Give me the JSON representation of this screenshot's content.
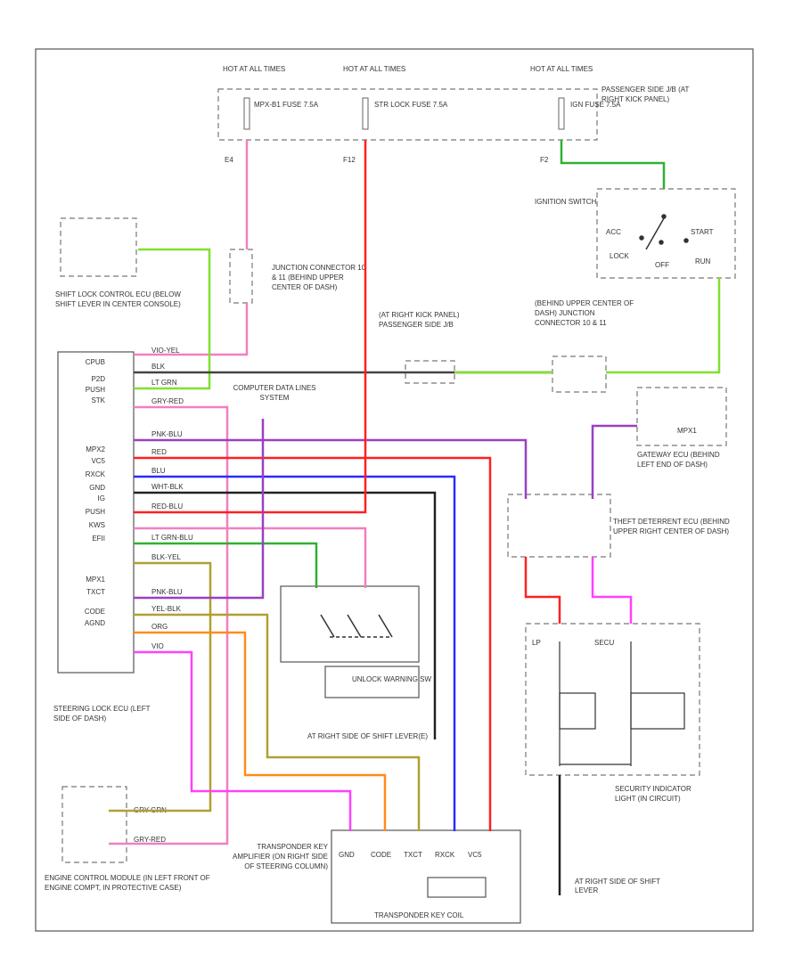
{
  "colors": {
    "pink": "#f080c0",
    "lt_green": "#80e030",
    "dark_gray": "#444444",
    "red": "#ff2020",
    "blue": "#2a2aff",
    "purple": "#9a40c0",
    "orange": "#ff8c1a",
    "magenta": "#ff40ff",
    "olive": "#b0a030",
    "green": "#30b030",
    "black": "#222222"
  },
  "fuses": [
    {
      "hot": "HOT AT ALL TIMES",
      "fuse": "MPX-B1 FUSE 7.5A",
      "conn": "E4"
    },
    {
      "hot": "HOT AT ALL TIMES",
      "fuse": "STR LOCK FUSE 7.5A",
      "conn": "F12"
    },
    {
      "hot": "HOT AT ALL TIMES",
      "fuse": "IGN FUSE 7.5A",
      "conn": "F2"
    }
  ],
  "jb_label": "PASSENGER SIDE J/B (AT RIGHT KICK PANEL)",
  "ignition": {
    "label": "IGNITION SWITCH",
    "acc": "ACC",
    "start": "START",
    "lock": "LOCK",
    "off": "OFF",
    "run": "RUN"
  },
  "shift_lock_ecu": "SHIFT LOCK CONTROL ECU (BELOW SHIFT LEVER IN CENTER CONSOLE)",
  "junction1": "JUNCTION CONNECTOR 10 & 11 (BEHIND UPPER CENTER OF DASH)",
  "junction2": "(BEHIND UPPER CENTER OF DASH) JUNCTION CONNECTOR 10 & 11",
  "passenger_jb": "(AT RIGHT KICK PANEL) PASSENGER SIDE J/B",
  "data_lines": "COMPUTER DATA LINES SYSTEM",
  "gateway": "GATEWAY ECU (BEHIND LEFT END OF DASH)",
  "gateway_pin": "MPX1",
  "theft": "THEFT DETERRENT ECU (BEHIND UPPER RIGHT CENTER OF DASH)",
  "unlock_sw": "UNLOCK WARNING SW",
  "steering_ecu": "STEERING LOCK ECU (LEFT SIDE OF DASH)",
  "engine_ecm": "ENGINE CONTROL MODULE (IN LEFT FRONT OF ENGINE COMPT, IN PROTECTIVE CASE)",
  "transponder_amp": "TRANSPONDER KEY AMPLIFIER (ON RIGHT SIDE OF STEERING COLUMN)",
  "transponder_coil": "TRANSPONDER KEY COIL",
  "amp_pins": [
    "GND",
    "CODE",
    "TXCT",
    "RXCK",
    "VC5"
  ],
  "security_light": "SECURITY INDICATOR LIGHT (IN CIRCUIT)",
  "ground_a": "AT RIGHT SIDE OF SHIFT LEVER(E)",
  "ground_b": "AT RIGHT SIDE OF SHIFT LEVER",
  "ecu_pins": [
    "CPUB",
    "P2D",
    "PUSH",
    "STK",
    "MPX2",
    "VC5",
    "RXCK",
    "GND",
    "IG",
    "PUSH",
    "KWS",
    "EFII",
    "MPX1",
    "TXCT",
    "CODE",
    "AGND"
  ],
  "wire_labels": [
    "VIO-YEL",
    "BLK",
    "LT GRN",
    "GRY-RED",
    "PNK-BLU",
    "RED",
    "BLU",
    "WHT-BLK",
    "RED-BLU",
    "LT GRN-BLU",
    "BLK-YEL",
    "PNK-BLU",
    "YEL-BLK",
    "ORG",
    "VIO"
  ],
  "ecm_wire_labels": [
    "GRY-GRN",
    "GRY-RED"
  ],
  "lp": "LP",
  "secu": "SECU"
}
